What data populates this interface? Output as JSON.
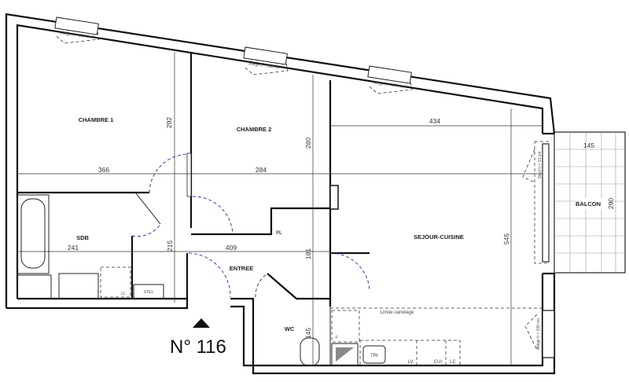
{
  "plan": {
    "apartment_number": "N° 116",
    "rooms": {
      "chambre1": "CHAMBRE 1",
      "chambre2": "CHAMBRE 2",
      "sdb": "SDB",
      "entree": "ENTREE",
      "wc": "WC",
      "sejour": "SEJOUR-CUISINE",
      "balcon": "BALCON"
    },
    "dimensions": {
      "ch1_width": "366",
      "ch1_height": "292",
      "ch2_width": "284",
      "ch2_height": "280",
      "sejour_width": "434",
      "sejour_height": "545",
      "sdb_width": "241",
      "sdb_height": "215",
      "entree_width": "409",
      "entree_height": "181",
      "wc_width": "145",
      "balcon_width": "145",
      "balcon_height": "290"
    },
    "labels": {
      "window_sill": "Allège h = 100 cm",
      "door_sill": "Seuil h = 13 cm",
      "tile_limit": "Limite carrelage",
      "placard": "PL",
      "washing_machine": "LL",
      "water_heater": "STEL",
      "sorting_bin": "TRI",
      "dishwasher": "LV",
      "cooktop": "CUI",
      "dryer": "LC",
      "fridge": "F"
    },
    "colors": {
      "walls": "#111111",
      "door_swing": "#3a3aa8"
    }
  }
}
